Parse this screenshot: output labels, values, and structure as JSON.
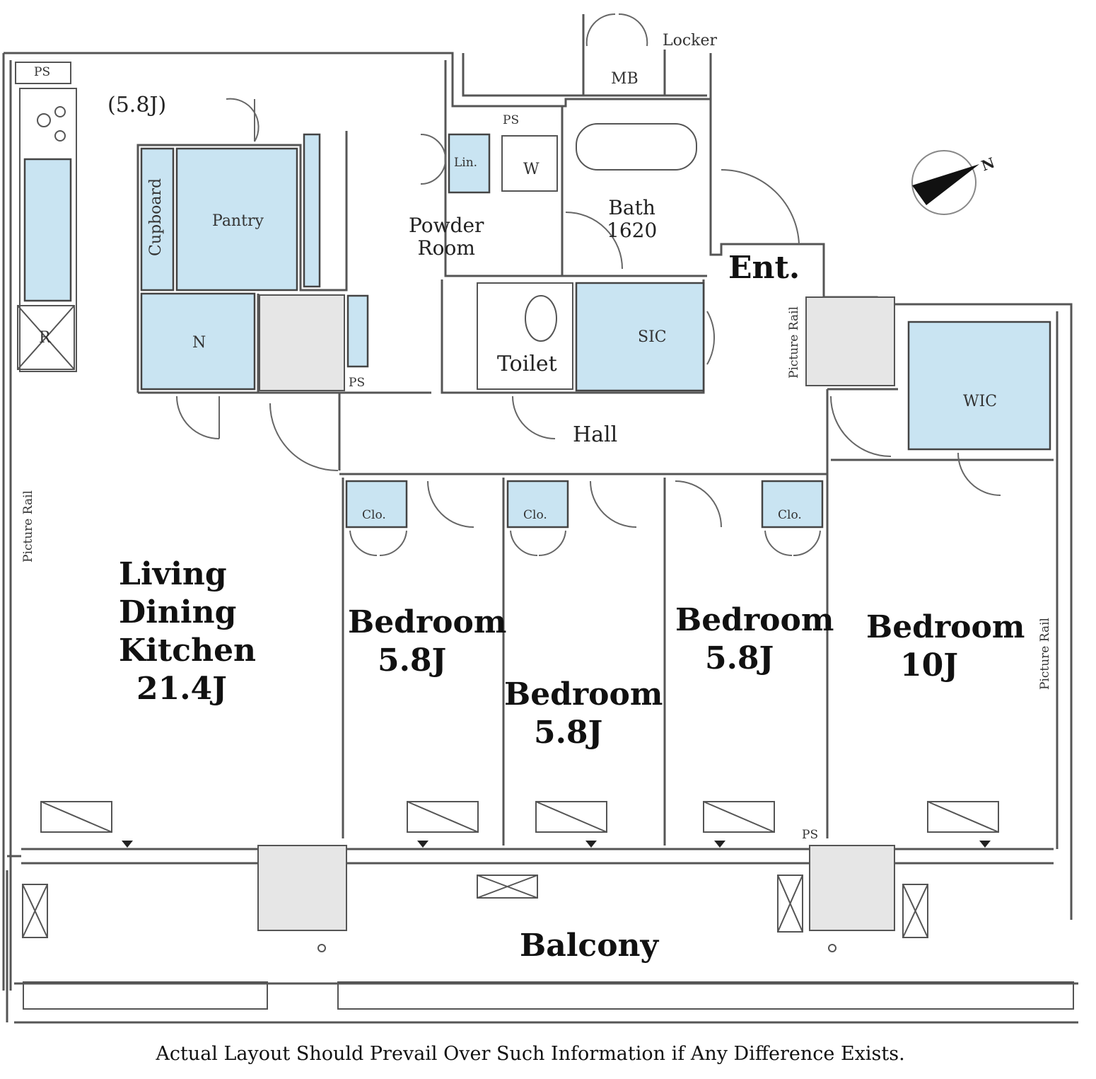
{
  "rooms": {
    "ldk": {
      "line1": "Living",
      "line2": "Dining",
      "line3": "Kitchen",
      "size": "21.4J"
    },
    "bedroom1": {
      "name": "Bedroom",
      "size": "5.8J"
    },
    "bedroom2": {
      "name": "Bedroom",
      "size": "5.8J"
    },
    "bedroom3": {
      "name": "Bedroom",
      "size": "5.8J"
    },
    "bedroom4": {
      "name": "Bedroom",
      "size": "10J"
    },
    "balcony": "Balcony",
    "entrance": "Ent.",
    "hall": "Hall",
    "toilet": "Toilet",
    "powder_room": {
      "line1": "Powder",
      "line2": "Room"
    },
    "bath": {
      "line1": "Bath",
      "line2": "1620"
    },
    "pantry": "Pantry",
    "cupboard": "Cupboard",
    "n": "N",
    "sic": "SIC",
    "wic": "WIC",
    "mb": "MB",
    "locker": "Locker",
    "linen": "Lin.",
    "washer": "W",
    "refrigerator": "R",
    "pantry_size": "(5.8J)",
    "ps": "PS",
    "closet": "Clo.",
    "picture_rail": "Picture Rail"
  },
  "compass": {
    "label": "N"
  },
  "disclaimer": "Actual Layout Should Prevail Over Such Information if Any Difference Exists.",
  "colors": {
    "fixture": "#c9e4f2",
    "wall": "#555555",
    "grey_block": "#e6e6e6"
  }
}
